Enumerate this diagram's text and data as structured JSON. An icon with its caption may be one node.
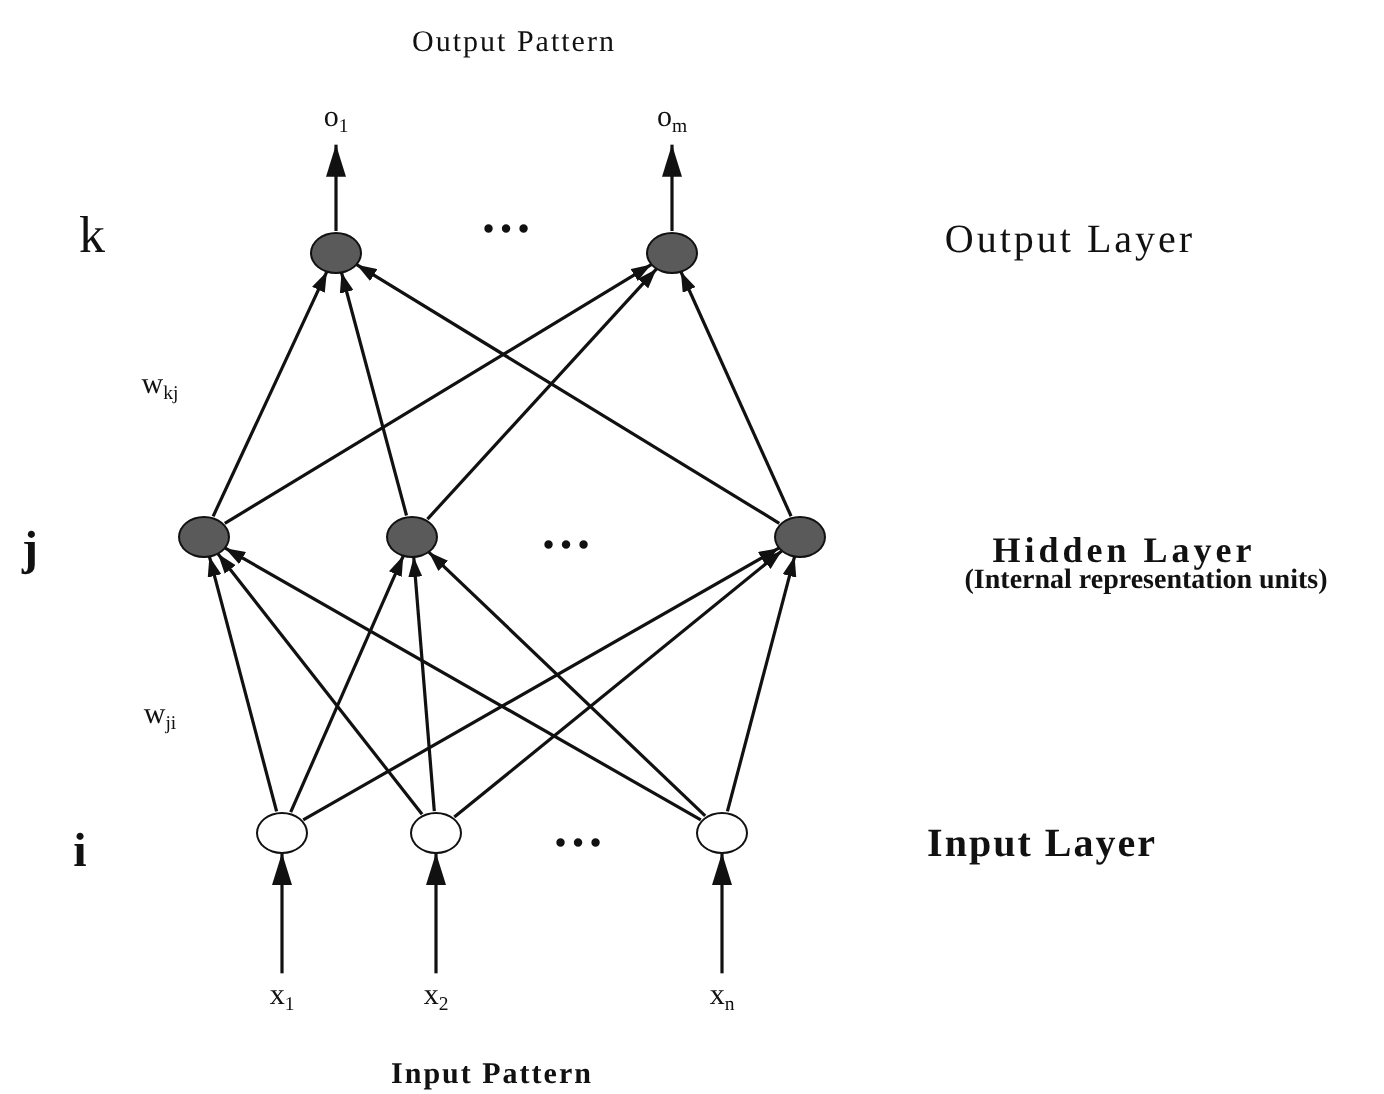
{
  "diagram": {
    "nodes": [
      {
        "text": [
          "o$_{1}$"
        ]
      },
      {
        "text": [
          "o$_{m}$"
        ]
      },
      {
        "text": [],
        "shape": "circle"
      },
      {
        "text": [],
        "shape": "circle"
      },
      {
        "text": [],
        "shape": "circle"
      },
      {
        "text": [],
        "shape": "circle"
      },
      {
        "text": [],
        "shape": "circle"
      },
      {
        "text": [],
        "shape": "circle"
      },
      {
        "text": [],
        "shape": "circle"
      },
      {
        "text": [],
        "shape": "circle"
      },
      {
        "text": [
          "x$_{1}$"
        ]
      },
      {
        "text": [
          "x$_{2}$"
        ]
      },
      {
        "text": [
          "x$_{n}$"
        ]
      }
    ],
    "edges": [
      {
        "from": 2,
        "to": 0,
        "arrow": "to"
      },
      {
        "from": 3,
        "to": 1,
        "arrow": "to"
      },
      {
        "from": 4,
        "to": 2,
        "arrow": "to"
      },
      {
        "from": 4,
        "to": 3,
        "arrow": "to"
      },
      {
        "from": 5,
        "to": 2,
        "arrow": "to"
      },
      {
        "from": 5,
        "to": 3,
        "arrow": "to"
      },
      {
        "from": 6,
        "to": 2,
        "arrow": "to"
      },
      {
        "from": 6,
        "to": 3,
        "arrow": "to"
      },
      {
        "from": 7,
        "to": 4,
        "arrow": "to"
      },
      {
        "from": 7,
        "to": 5,
        "arrow": "to"
      },
      {
        "from": 7,
        "to": 6,
        "arrow": "to"
      },
      {
        "from": 8,
        "to": 4,
        "arrow": "to"
      },
      {
        "from": 8,
        "to": 5,
        "arrow": "to"
      },
      {
        "from": 8,
        "to": 6,
        "arrow": "to"
      },
      {
        "from": 9,
        "to": 4,
        "arrow": "to"
      },
      {
        "from": 9,
        "to": 5,
        "arrow": "to"
      },
      {
        "from": 9,
        "to": 6,
        "arrow": "to"
      },
      {
        "from": 10,
        "to": 7,
        "arrow": "to"
      },
      {
        "from": 11,
        "to": 8,
        "arrow": "to"
      },
      {
        "from": 12,
        "to": 9,
        "arrow": "to"
      }
    ],
    "labels": [
      "Output Pattern",
      "k",
      "…",
      "Output Layer",
      "w$_{kj}$",
      "j",
      "…",
      "Hidden Layer",
      "(Internal representation units)",
      "w$_{ji}$",
      "i",
      "…",
      "Input Layer",
      "Input Pattern"
    ]
  }
}
